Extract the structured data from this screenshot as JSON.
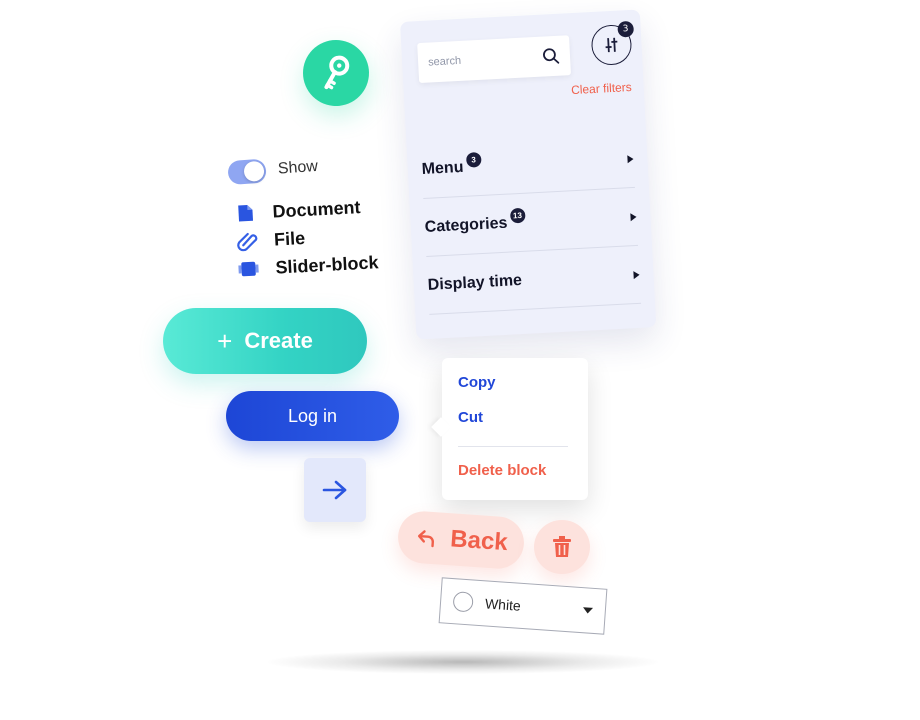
{
  "toggle": {
    "label": "Show",
    "on": true
  },
  "items": [
    {
      "label": "Document",
      "icon": "document-icon"
    },
    {
      "label": "File",
      "icon": "paperclip-icon"
    },
    {
      "label": "Slider-block",
      "icon": "slider-block-icon"
    }
  ],
  "buttons": {
    "create": {
      "label": "Create",
      "icon": "plus-icon"
    },
    "login": {
      "label": "Log in"
    },
    "arrow": {
      "icon": "arrow-right-icon"
    },
    "back": {
      "label": "Back",
      "icon": "back-arrow-icon"
    },
    "trash": {
      "icon": "trash-icon"
    }
  },
  "panel": {
    "search_placeholder": "search",
    "filter_count": "3",
    "clear_filters": "Clear filters",
    "rows": [
      {
        "label": "Menu",
        "count": "3"
      },
      {
        "label": "Categories",
        "count": "13"
      },
      {
        "label": "Display time",
        "count": null
      }
    ]
  },
  "context_menu": {
    "copy": "Copy",
    "cut": "Cut",
    "delete": "Delete block"
  },
  "select": {
    "value": "White"
  },
  "colors": {
    "accent_blue": "#1d46d6",
    "teal": "#33d3c4",
    "green": "#2ad7a4",
    "danger": "#f0604b",
    "navy": "#1b1d3a",
    "panel_bg": "#eef0fb"
  }
}
